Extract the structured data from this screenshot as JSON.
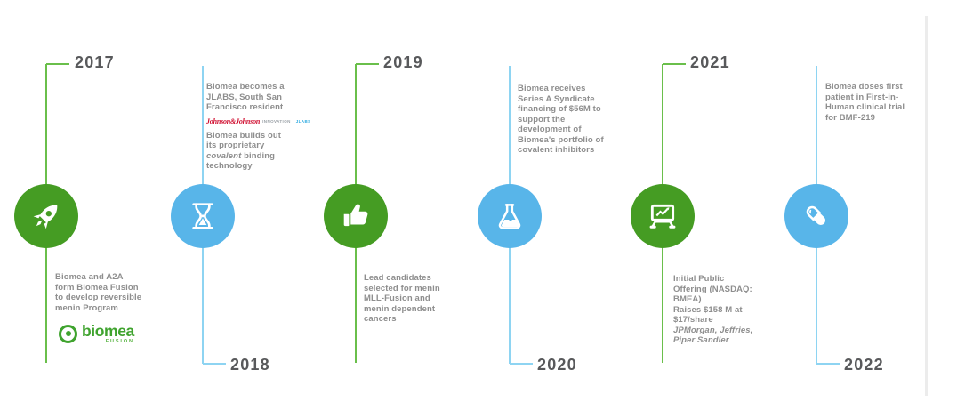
{
  "palette": {
    "green_circle": "#459c23",
    "blue_circle": "#58b5e9",
    "green_line": "#6abf4b",
    "blue_line": "#8ed4f2",
    "year_text": "#58595b",
    "body_text": "#8e8e8e",
    "jnj_red": "#cf0a2c",
    "jlabs_blue": "#2aa9e0",
    "biomea_green": "#3fa32e"
  },
  "milestones": [
    {
      "year": "2017",
      "icon": "rocket-icon",
      "color": "green",
      "year_position": "top",
      "text": "Biomea and A2A\nform Biomea Fusion\nto develop reversible\nmenin Program"
    },
    {
      "year": "2018",
      "icon": "hourglass-icon",
      "color": "blue",
      "year_position": "bottom",
      "text": "Biomea becomes a\nJLABS,  South San\nFrancisco resident",
      "text2_pre": "Biomea builds out\nits proprietary\n",
      "text2_italic": "covalent",
      "text2_post": " binding\ntechnology"
    },
    {
      "year": "2019",
      "icon": "thumbs-up-icon",
      "color": "green",
      "year_position": "top",
      "text": "Lead candidates\nselected for menin\nMLL-Fusion and\nmenin dependent\ncancers"
    },
    {
      "year": "2020",
      "icon": "flask-icon",
      "color": "blue",
      "year_position": "bottom",
      "text": "Biomea receives\nSeries A Syndicate\nfinancing of $56M to\nsupport the\ndevelopment of\nBiomea's portfolio of\ncovalent inhibitors"
    },
    {
      "year": "2021",
      "icon": "presentation-chart-icon",
      "color": "green",
      "year_position": "top",
      "text": "Initial Public\nOffering (NASDAQ:\nBMEA)\nRaises $158 M at\n$17/share",
      "text_italic": "JPMorgan, Jeffries,\nPiper Sandler"
    },
    {
      "year": "2022",
      "icon": "pill-icon",
      "color": "blue",
      "year_position": "bottom",
      "text": "Biomea doses first\npatient in First-in-\nHuman clinical trial\nfor BMF-219"
    }
  ],
  "logos": {
    "biomea": {
      "wordmark": "biomea",
      "sub": "FUSION"
    },
    "jnj": {
      "script": "Johnson&Johnson",
      "innovation": "INNOVATION",
      "jlabs": "JLABS"
    }
  }
}
